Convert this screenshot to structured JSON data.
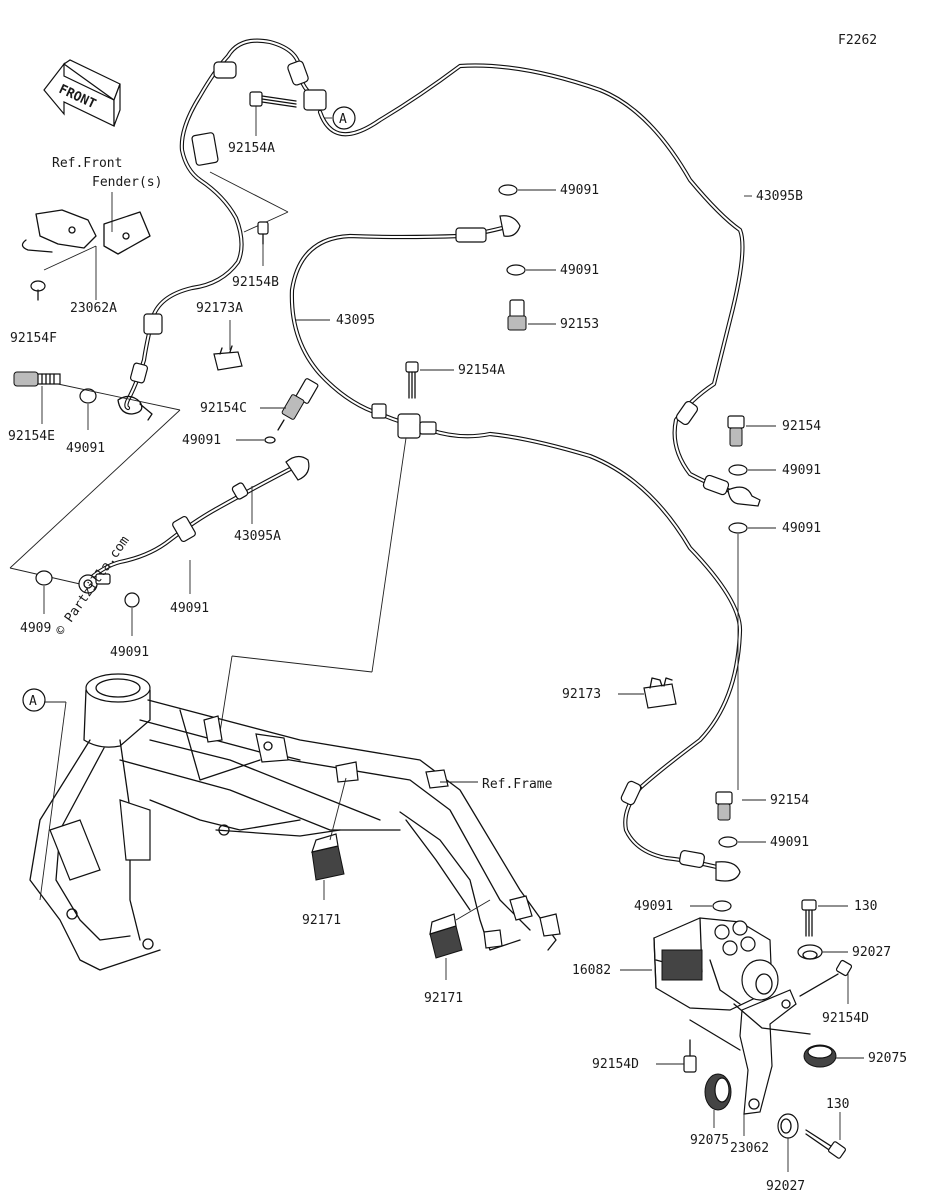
{
  "diagram_code": "F2262",
  "front_label": "FRONT",
  "watermark": "© Partzilla.com",
  "ref_front_fender": [
    "Ref.Front",
    "Fender(s)"
  ],
  "ref_frame": "Ref.Frame",
  "callout_a": "A",
  "labels": {
    "l92154A_top": "92154A",
    "l92154B": "92154B",
    "l23062A": "23062A",
    "l92154F": "92154F",
    "l92173A": "92173A",
    "l43095": "43095",
    "l43095B": "43095B",
    "l49091_a": "49091",
    "l49091_b": "49091",
    "l92153": "92153",
    "l92154A_mid": "92154A",
    "l92154C": "92154C",
    "l49091_c": "49091",
    "l43095A": "43095A",
    "l92154E": "92154E",
    "l49091_d": "49091",
    "l4909_e": "4909",
    "l49091_f": "49091",
    "l49091_g": "49091",
    "l92154_a": "92154",
    "l49091_h": "49091",
    "l49091_i": "49091",
    "l92173": "92173",
    "l92154_b": "92154",
    "l49091_j": "49091",
    "l49091_k": "49091",
    "l130_a": "130",
    "l92027_a": "92027",
    "l16082": "16082",
    "l92154D_a": "92154D",
    "l92075_a": "92075",
    "l92154D_b": "92154D",
    "l92075_b": "92075",
    "l23062": "23062",
    "l130_b": "130",
    "l92027_b": "92027",
    "l92171_a": "92171",
    "l92171_b": "92171"
  }
}
